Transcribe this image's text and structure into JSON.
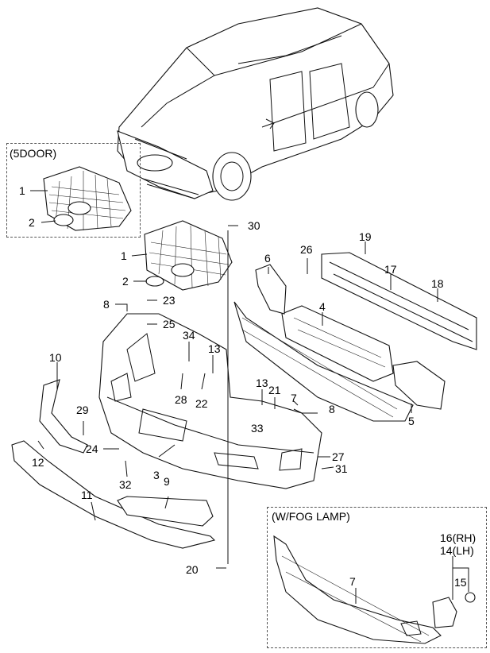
{
  "boxes": {
    "five_door": "(5DOOR)",
    "fog_lamp": "(W/FOG LAMP)"
  },
  "callouts": {
    "n1": "1",
    "n2": "2",
    "n3": "3",
    "n4": "4",
    "n5": "5",
    "n6": "6",
    "n7": "7",
    "n8": "8",
    "n9": "9",
    "n10": "10",
    "n11": "11",
    "n12": "12",
    "n13": "13",
    "n14": "14(LH)",
    "n15": "15",
    "n16": "16(RH)",
    "n17": "17",
    "n18": "18",
    "n19": "19",
    "n20": "20",
    "n21": "21",
    "n22": "22",
    "n23": "23",
    "n24": "24",
    "n25": "25",
    "n26": "26",
    "n27": "27",
    "n28": "28",
    "n29": "29",
    "n30": "30",
    "n31": "31",
    "n32": "32",
    "n33": "33",
    "n34": "34"
  }
}
